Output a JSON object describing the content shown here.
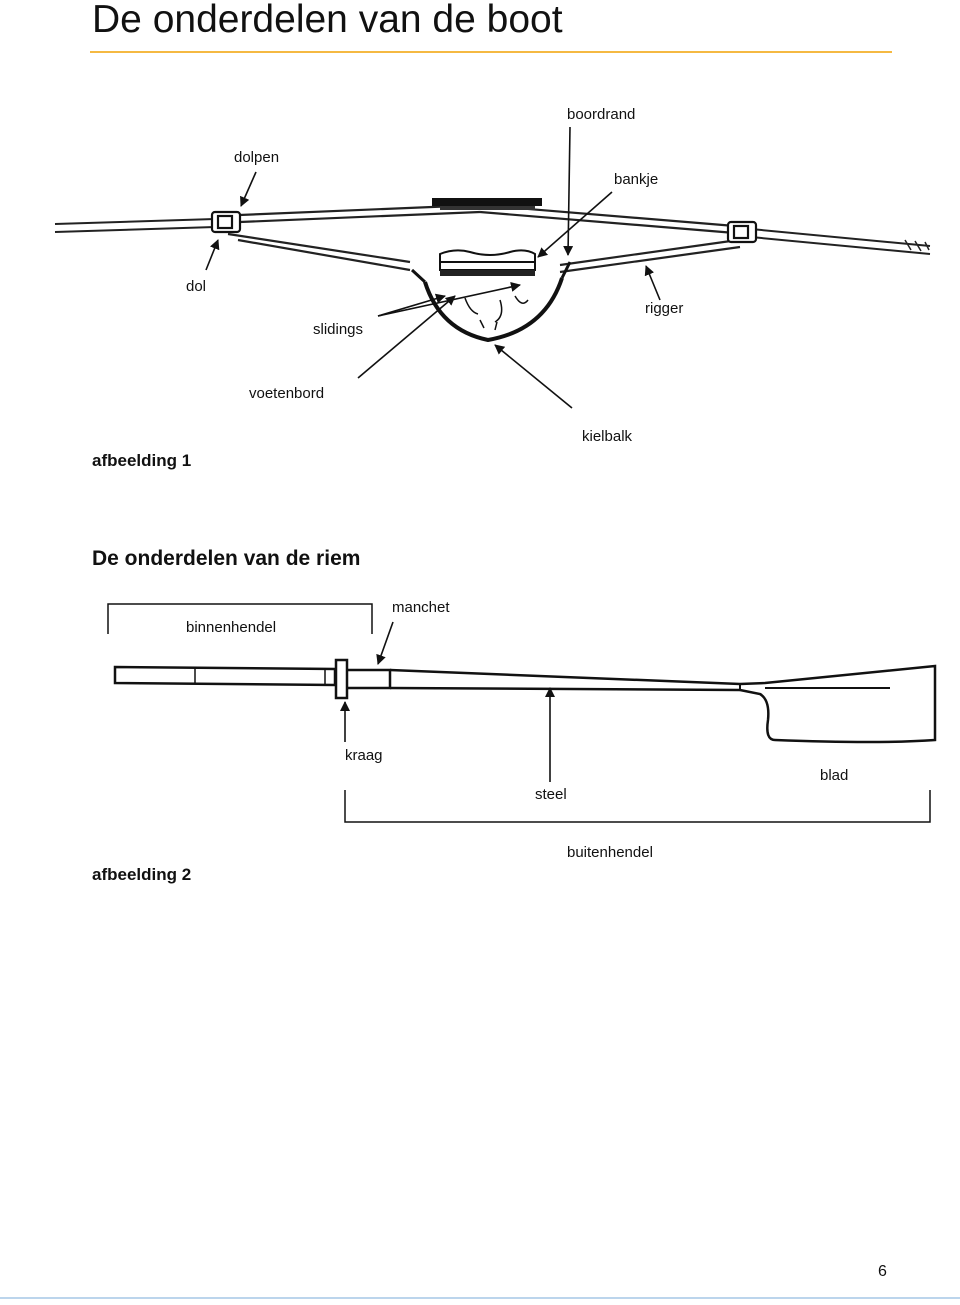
{
  "header": {
    "title": "De onderdelen van de boot"
  },
  "figure1": {
    "caption": "afbeelding 1",
    "labels": {
      "boordrand": "boordrand",
      "dolpen": "dolpen",
      "bankje": "bankje",
      "dol": "dol",
      "slidings": "slidings",
      "rigger": "rigger",
      "voetenbord": "voetenbord",
      "kielbalk": "kielbalk"
    }
  },
  "section2": {
    "title": "De onderdelen van de riem"
  },
  "figure2": {
    "caption": "afbeelding 2",
    "labels": {
      "binnenhendel": "binnenhendel",
      "manchet": "manchet",
      "kraag": "kraag",
      "steel": "steel",
      "blad": "blad",
      "buitenhendel": "buitenhendel"
    }
  },
  "footer": {
    "page_number": "6"
  },
  "colors": {
    "title_rule": "#f5b942",
    "footer_rule": "#bcd5ec"
  }
}
